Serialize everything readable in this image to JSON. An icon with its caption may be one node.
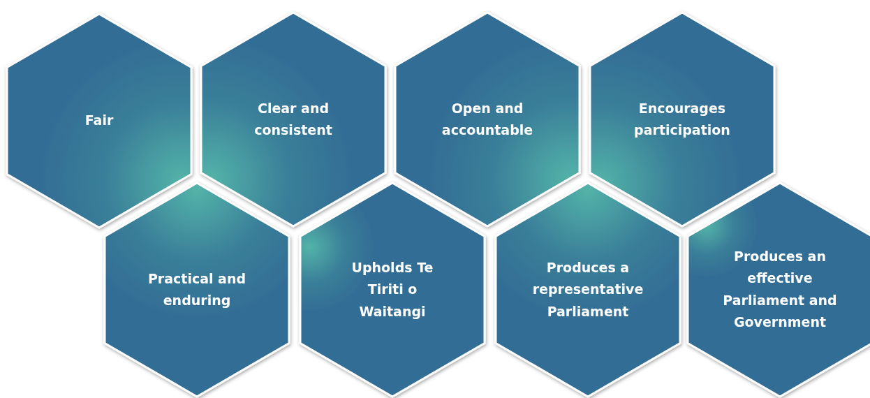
{
  "diagram": {
    "nodes": [
      {
        "text": [
          "Fair"
        ]
      },
      {
        "text": [
          "Clear and consistent"
        ]
      },
      {
        "text": [
          "Open and accountable"
        ]
      },
      {
        "text": [
          "Encourages participation"
        ]
      },
      {
        "text": [
          "Practical and enduring"
        ]
      },
      {
        "text": [
          "Upholds Te Tiriti o Waitangi"
        ]
      },
      {
        "text": [
          "Produces a representative Parliament"
        ]
      },
      {
        "text": [
          "Produces an effective Parliament and Government"
        ]
      }
    ]
  }
}
